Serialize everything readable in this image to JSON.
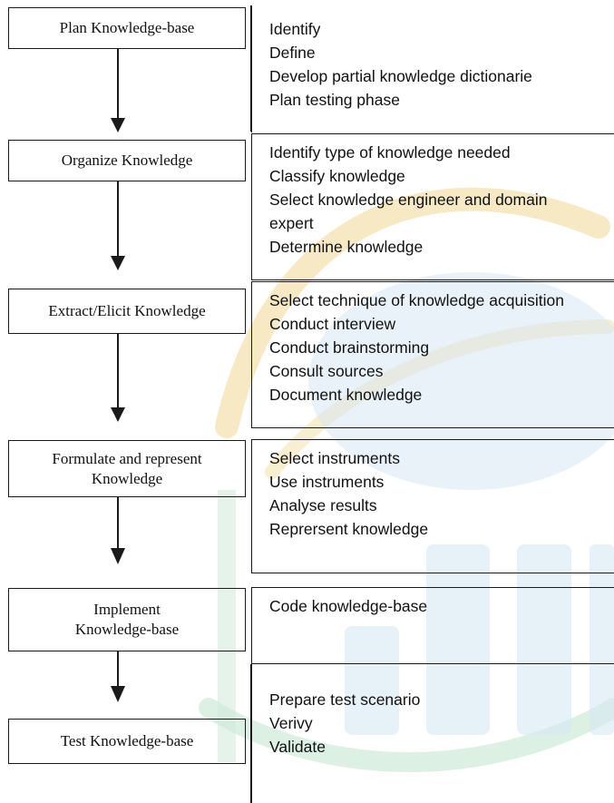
{
  "steps": [
    {
      "label": "Plan Knowledge-base",
      "tasks": [
        "Identify",
        "Define",
        "Develop partial knowledge dictionarie",
        "Plan testing phase"
      ]
    },
    {
      "label": "Organize  Knowledge",
      "tasks": [
        "Identify type of knowledge needed",
        "Classify knowledge",
        "Select knowledge engineer and domain",
        "expert",
        "Determine knowledge"
      ]
    },
    {
      "label": "Extract/Elicit Knowledge",
      "tasks": [
        "Select technique of knowledge acquisition",
        "Conduct interview",
        "Conduct brainstorming",
        "Consult sources",
        "Document knowledge"
      ]
    },
    {
      "label_lines": [
        "Formulate and represent",
        "Knowledge"
      ],
      "tasks": [
        "Select instruments",
        "Use instruments",
        "Analyse results",
        "Reprersent knowledge"
      ]
    },
    {
      "label_lines": [
        "Implement",
        "Knowledge-base"
      ],
      "tasks": [
        "Code knowledge-base"
      ]
    },
    {
      "label": "Test Knowledge-base",
      "tasks": [
        "Prepare test scenario",
        "Verivy",
        "Validate"
      ]
    }
  ],
  "colors": {
    "border": "#1a1a1a",
    "text": "#111111",
    "watermark_gold": "#f3e2b0",
    "watermark_blue": "#d7e7f3",
    "watermark_green": "#cfe9d8"
  }
}
